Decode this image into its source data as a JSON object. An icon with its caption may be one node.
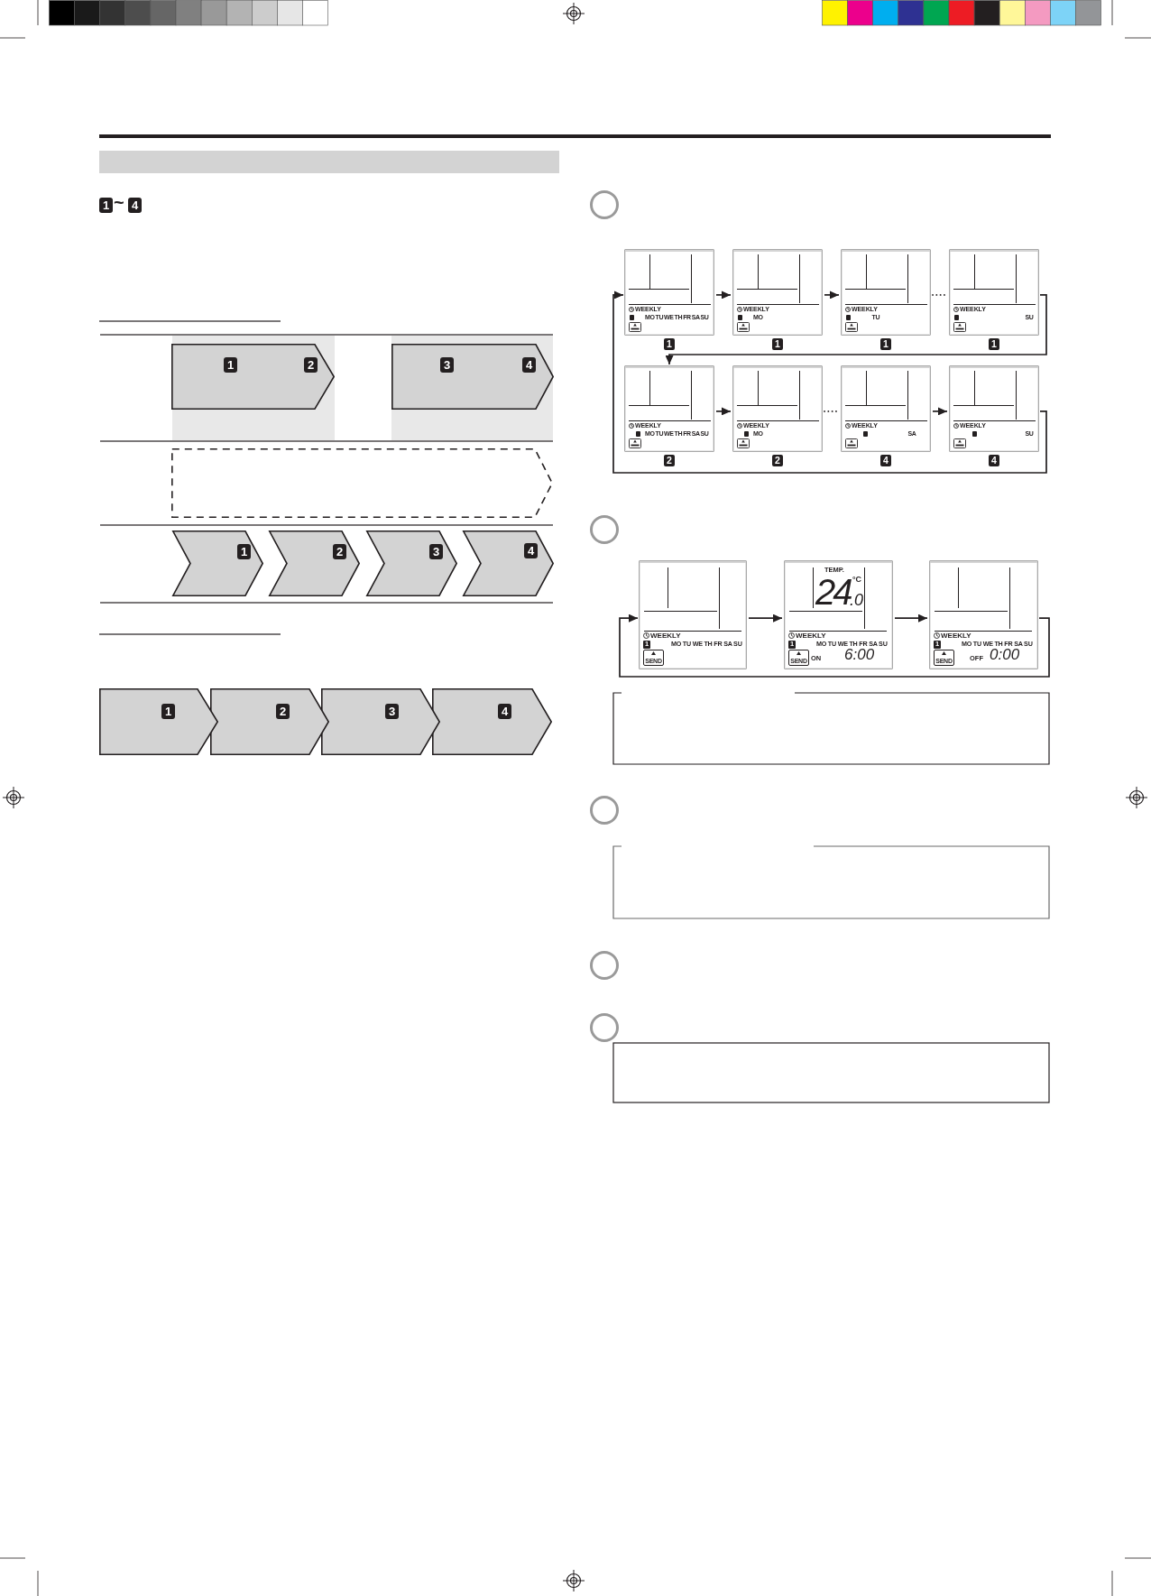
{
  "diagram": {
    "nodes": [
      {
        "text": [
          "1",
          "2"
        ]
      },
      {
        "text": [
          "3",
          "4"
        ]
      },
      {
        "text": [],
        "shape": "pentagon"
      },
      {
        "text": [
          "1"
        ]
      },
      {
        "text": [
          "2"
        ]
      },
      {
        "text": [
          "3"
        ]
      },
      {
        "text": [
          "4"
        ]
      },
      {
        "text": [
          "1"
        ]
      },
      {
        "text": [
          "2"
        ]
      },
      {
        "text": [
          "3"
        ]
      },
      {
        "text": [
          "4"
        ]
      },
      {
        "text": [
          "WEEKLY",
          "MO TU WE TH FR SA SU"
        ],
        "beside": [
          "1"
        ]
      },
      {
        "text": [
          "WEEKLY",
          "MO"
        ],
        "beside": [
          "1"
        ]
      },
      {
        "text": [
          "WEEKLY",
          "TU"
        ],
        "beside": [
          "1"
        ]
      },
      {
        "text": [
          "WEEKLY",
          "SU"
        ],
        "beside": [
          "1"
        ]
      },
      {
        "text": [
          "WEEKLY",
          "MO TU WE TH FR SA SU"
        ],
        "beside": [
          "2"
        ]
      },
      {
        "text": [
          "WEEKLY",
          "MO"
        ],
        "beside": [
          "2"
        ]
      },
      {
        "text": [
          "WEEKLY",
          "SA"
        ],
        "beside": [
          "4"
        ]
      },
      {
        "text": [
          "WEEKLY",
          "SU"
        ],
        "beside": [
          "4"
        ]
      },
      {
        "text": [
          "WEEKLY",
          "1",
          "MO TU WE TH FR SA SU",
          "SEND"
        ]
      },
      {
        "text": [
          "TEMP.",
          "24",
          "°C",
          ".0",
          "WEEKLY",
          "1",
          "MO TU WE TH FR SA SU",
          "SEND",
          "ON",
          "6:00"
        ]
      },
      {
        "text": [
          "WEEKLY",
          "1",
          "MO TU WE TH FR SA SU",
          "SEND",
          "OFF",
          "0:00"
        ]
      }
    ],
    "edges": [
      {
        "from": 11,
        "to": 12,
        "arrow": "to"
      },
      {
        "from": 12,
        "to": 13,
        "arrow": "to"
      },
      {
        "from": 13,
        "to": 14,
        "arrow": "none",
        "style": "dashed"
      },
      {
        "from": 14,
        "to": 15,
        "arrow": "to"
      },
      {
        "from": 15,
        "to": 16,
        "arrow": "to"
      },
      {
        "from": 16,
        "to": 17,
        "arrow": "none",
        "style": "dashed"
      },
      {
        "from": 17,
        "to": 18,
        "arrow": "to"
      },
      {
        "from": 18,
        "to": 11,
        "arrow": "to"
      },
      {
        "from": 19,
        "to": 20,
        "arrow": "to"
      },
      {
        "from": 20,
        "to": 21,
        "arrow": "to"
      },
      {
        "from": 21,
        "to": 19,
        "arrow": "to"
      }
    ],
    "labels": [
      "1",
      "~",
      "4"
    ]
  }
}
